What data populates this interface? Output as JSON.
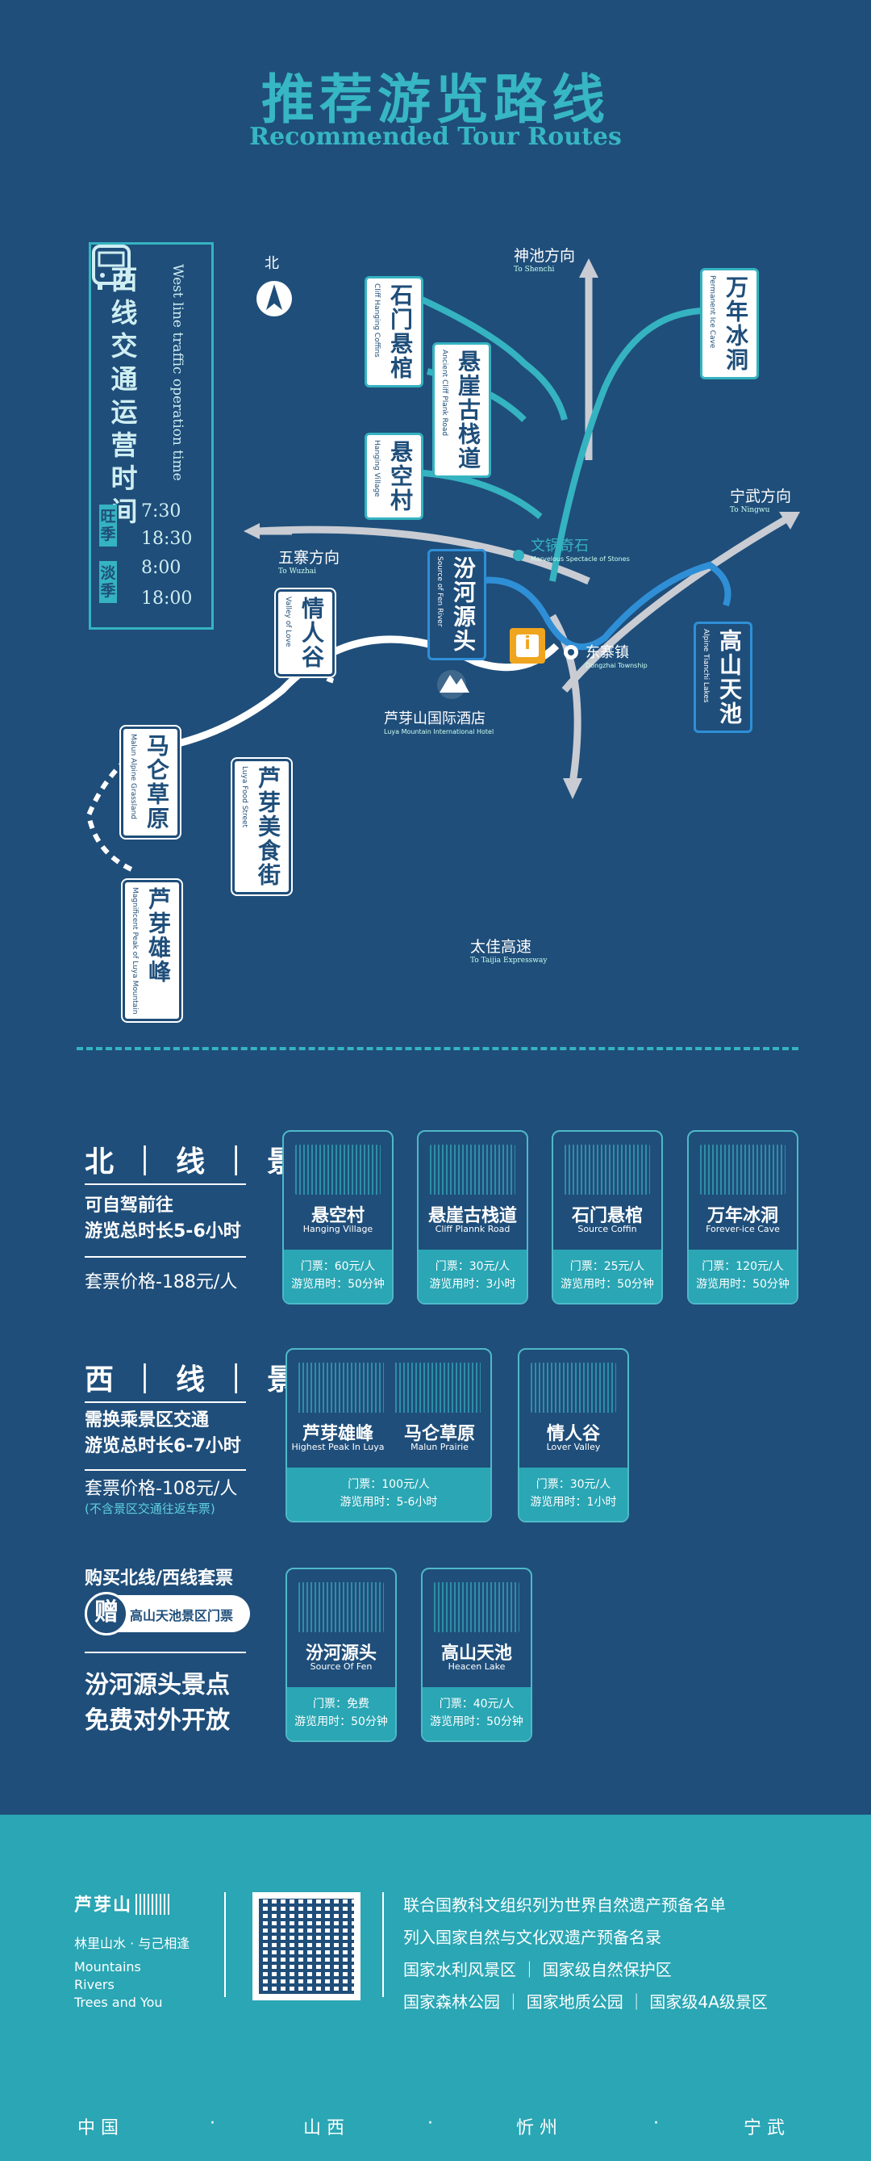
{
  "header": {
    "title": "推荐游览路线",
    "subtitle": "Recommended Tour Routes"
  },
  "map": {
    "north": "北",
    "timebox": {
      "title": "西线交通运营时间",
      "en": "West line traffic operation time",
      "peak_label": "旺季",
      "peak_start": "7:30",
      "peak_end": "18:30",
      "off_label": "淡季",
      "off_start": "8:00",
      "off_end": "18:00"
    },
    "directions": {
      "shenchi": "神池方向",
      "shenchi_en": "To Shenchi",
      "ningwu": "宁武方向",
      "ningwu_en": "To Ningwu",
      "wuzhai": "五寨方向",
      "wuzhai_en": "To Wuzhai",
      "taijia": "太佳高速",
      "taijia_en": "To Taijia Expressway"
    },
    "places": {
      "shimen": {
        "cn": "石门悬棺",
        "en": "Cliff Hanging Coffins"
      },
      "xuanya": {
        "cn": "悬崖古栈道",
        "en": "Ancient Cliff Plank Road"
      },
      "xuankong": {
        "cn": "悬空村",
        "en": "Hanging Village"
      },
      "wannian": {
        "cn": "万年冰洞",
        "en": "Permanent Ice Cave"
      },
      "fenhe": {
        "cn": "汾河源头",
        "en": "Source of Fen River"
      },
      "gaoshan": {
        "cn": "高山天池",
        "en": "Alpine Tianchi Lakes"
      },
      "qingren": {
        "cn": "情人谷",
        "en": "Valley of Love"
      },
      "malun": {
        "cn": "马仑草原",
        "en": "Malun Alpine Grassland"
      },
      "luya_food": {
        "cn": "芦芽美食街",
        "en": "Luya Food Street"
      },
      "luya_peak": {
        "cn": "芦芽雄峰",
        "en": "Magnificent Peak of Luya Mountain"
      }
    },
    "wenguo": "文锅奇石",
    "wenguo_en": "Marvelous Spectacle of Stones",
    "dongzhai": "东寨镇",
    "dongzhai_en": "Dongzhai Township",
    "hotel": "芦芽山国际酒店",
    "hotel_en": "Luya Mountain International Hotel",
    "info_icon": "i"
  },
  "north_line": {
    "head": "北|线|景|点",
    "desc1": "可自驾前往",
    "desc2": "游览总时长5-6小时",
    "price": "套票价格-188元/人",
    "cards": [
      {
        "name": "悬空村",
        "en": "Hanging Village",
        "ticket": "门票：60元/人",
        "time": "游览用时：50分钟"
      },
      {
        "name": "悬崖古栈道",
        "en": "Cliff Plannk Road",
        "ticket": "门票：30元/人",
        "time": "游览用时：3小时"
      },
      {
        "name": "石门悬棺",
        "en": "Source Coffin",
        "ticket": "门票：25元/人",
        "time": "游览用时：50分钟"
      },
      {
        "name": "万年冰洞",
        "en": "Forever-ice Cave",
        "ticket": "门票：120元/人",
        "time": "游览用时：50分钟"
      }
    ]
  },
  "west_line": {
    "head": "西|线|景|点",
    "desc1": "需换乘景区交通",
    "desc2": "游览总时长6-7小时",
    "price": "套票价格-108元/人",
    "note": "(不含景区交通往返车票)",
    "card_big": {
      "name1": "芦芽雄峰",
      "en1": "Highest Peak In Luya",
      "name2": "马仑草原",
      "en2": "Malun Prairie",
      "ticket": "门票：100元/人",
      "time": "游览用时：5-6小时"
    },
    "card_small": {
      "name": "情人谷",
      "en": "Lover Valley",
      "ticket": "门票：30元/人",
      "time": "游览用时：1小时"
    }
  },
  "gift": {
    "line": "购买北线/西线套票",
    "badge": "赠",
    "text": "高山天池景区门票"
  },
  "free": {
    "line1": "汾河源头景点",
    "line2": "免费对外开放",
    "cards": [
      {
        "name": "汾河源头",
        "en": "Source Of Fen",
        "ticket": "门票：免费",
        "time": "游览用时：50分钟"
      },
      {
        "name": "高山天池",
        "en": "Heacen Lake",
        "ticket": "门票：40元/人",
        "time": "游览用时：50分钟"
      }
    ]
  },
  "footer": {
    "logo": "芦芽山",
    "slogan": "林里山水 · 与己相逢",
    "slogan_en1": "Mountains",
    "slogan_en2": "Rivers",
    "slogan_en3": "Trees and You",
    "honors": [
      "联合国教科文组织列为世界自然遗产预备名单",
      "列入国家自然与文化双遗产预备名录",
      "国家水利风景区 ｜ 国家级自然保护区",
      "国家森林公园 ｜ 国家地质公园 ｜ 国家级4A级景区"
    ],
    "places": [
      "中 国",
      "·",
      "山 西",
      "·",
      "忻 州",
      "·",
      "宁 武"
    ]
  }
}
